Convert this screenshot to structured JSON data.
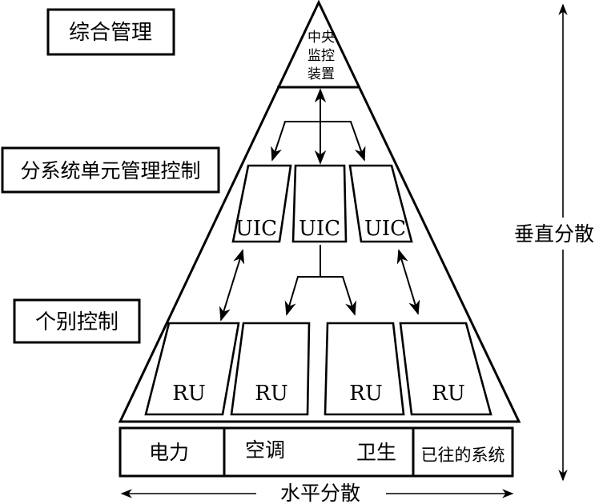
{
  "labels": {
    "integrated": "综合管理",
    "subsystem": "分系统单元管理控制",
    "individual": "个别控制",
    "vertical": "垂直分散",
    "horizontal": "水平分散"
  },
  "apex": {
    "line1": "中央",
    "line2": "监控",
    "line3": "装置"
  },
  "uic_units": [
    "UIC",
    "UIC",
    "UIC"
  ],
  "ru_units": [
    "RU",
    "RU",
    "RU",
    "RU"
  ],
  "systems": {
    "power": "电力",
    "hvac": "空调",
    "sanitation": "卫生",
    "existing": "已往的系统"
  }
}
